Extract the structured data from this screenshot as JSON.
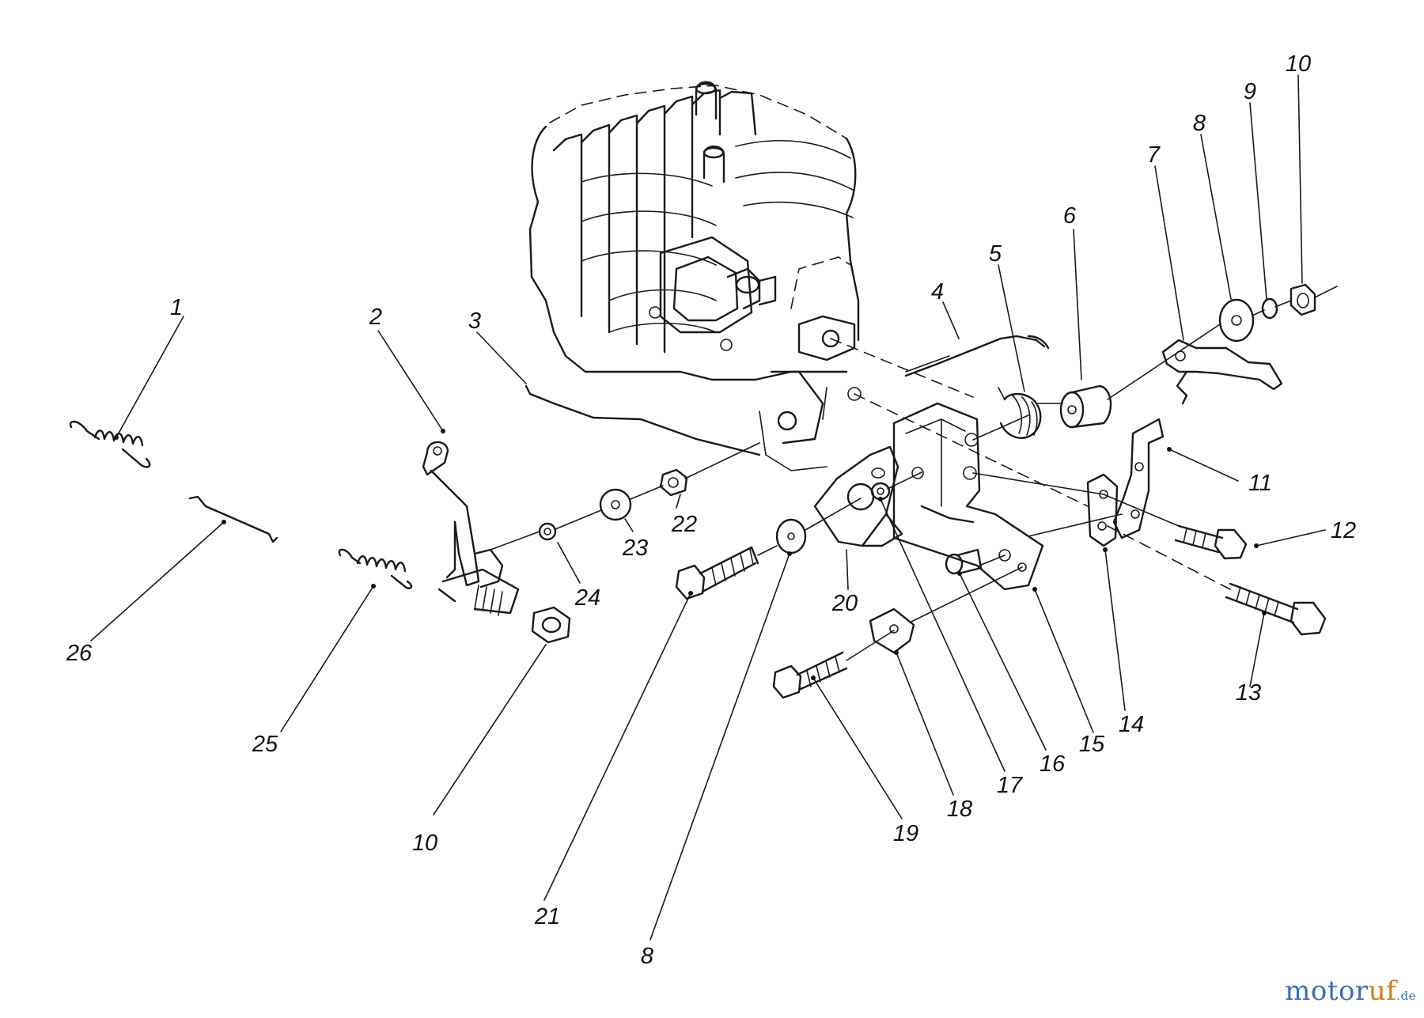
{
  "watermark": {
    "brand_part1": "motor",
    "brand_part2": "uf",
    "tld": ".de"
  },
  "parts": [
    {
      "label": "1",
      "name": "spring"
    },
    {
      "label": "2",
      "name": "lever"
    },
    {
      "label": "3",
      "name": "link-rod"
    },
    {
      "label": "4",
      "name": "cable"
    },
    {
      "label": "5",
      "name": "spring"
    },
    {
      "label": "6",
      "name": "bushing"
    },
    {
      "label": "7",
      "name": "lever"
    },
    {
      "label": "8",
      "name": "washer"
    },
    {
      "label": "9",
      "name": "lock-washer"
    },
    {
      "label": "10",
      "name": "nut"
    },
    {
      "label": "11",
      "name": "bracket"
    },
    {
      "label": "12",
      "name": "screw"
    },
    {
      "label": "13",
      "name": "bolt"
    },
    {
      "label": "14",
      "name": "bracket"
    },
    {
      "label": "15",
      "name": "plate"
    },
    {
      "label": "16",
      "name": "pin"
    },
    {
      "label": "17",
      "name": "bushing"
    },
    {
      "label": "18",
      "name": "clamp"
    },
    {
      "label": "19",
      "name": "screw"
    },
    {
      "label": "20",
      "name": "bracket"
    },
    {
      "label": "21",
      "name": "bolt"
    },
    {
      "label": "8",
      "name": "washer"
    },
    {
      "label": "10",
      "name": "nut"
    },
    {
      "label": "22",
      "name": "nut"
    },
    {
      "label": "23",
      "name": "washer"
    },
    {
      "label": "24",
      "name": "washer"
    },
    {
      "label": "25",
      "name": "spring"
    },
    {
      "label": "26",
      "name": "link-rod"
    }
  ]
}
